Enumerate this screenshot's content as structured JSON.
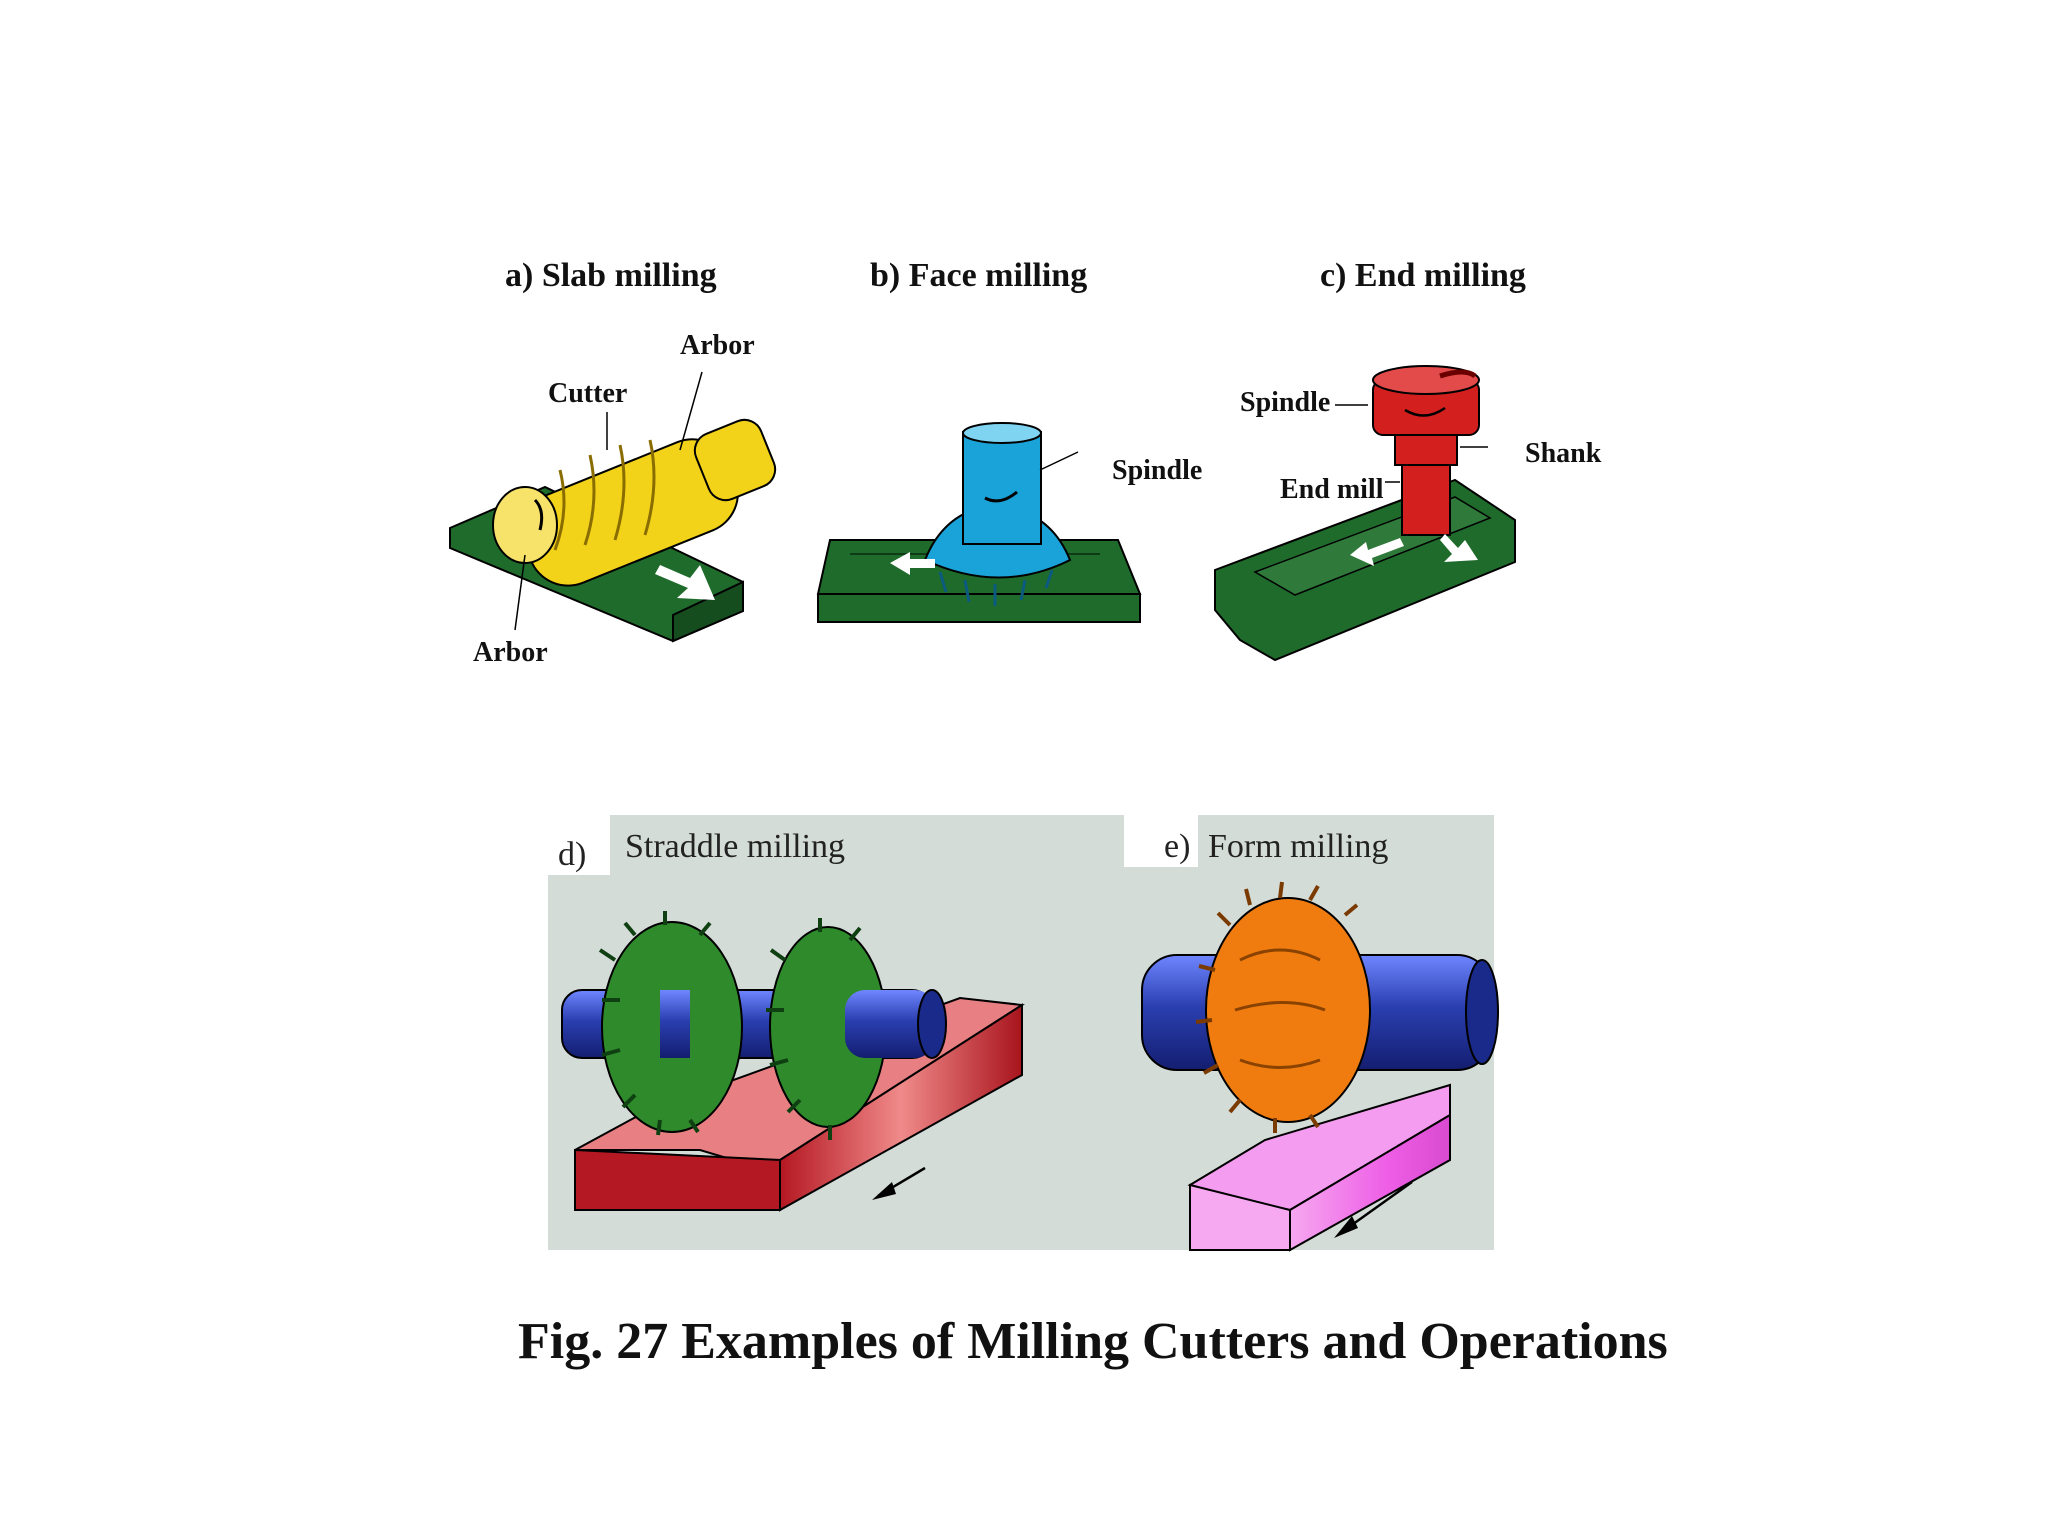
{
  "panels": {
    "a": {
      "title": "a) Slab milling",
      "labels": {
        "arbor_top": "Arbor",
        "cutter": "Cutter",
        "arbor_bottom": "Arbor"
      }
    },
    "b": {
      "title": "b) Face milling",
      "labels": {
        "spindle": "Spindle"
      }
    },
    "c": {
      "title": "c) End milling",
      "labels": {
        "spindle": "Spindle",
        "shank": "Shank",
        "end_mill": "End mill"
      }
    },
    "d": {
      "prefix": "d)",
      "title": "Straddle milling"
    },
    "e": {
      "prefix": "e)",
      "title": "Form milling"
    }
  },
  "caption": "Fig. 27  Examples of Milling Cutters and Operations",
  "colors": {
    "workpiece_green": "#1f6b2c",
    "slab_cutter": "#f3d21a",
    "face_cutter": "#1aa3d9",
    "end_mill": "#d41f1f",
    "panel_bg": "#d4dcd8",
    "straddle_cutter": "#2f8a2c",
    "form_cutter": "#f07c10",
    "arbor_blue": "#2a3fb0",
    "straddle_work": "#c93a3e",
    "form_work": "#ee5fe6"
  }
}
